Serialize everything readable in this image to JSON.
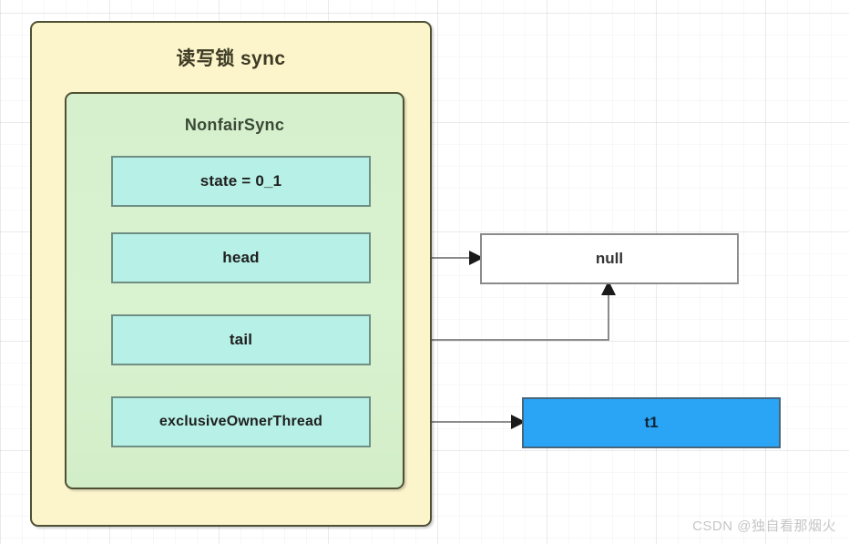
{
  "diagram": {
    "title": "读写锁 sync",
    "watermark": "CSDN @独自看那烟火",
    "outer_box": {
      "label": "读写锁 sync",
      "fill_color": "#fcf4cb",
      "border_color": "#4e5034"
    },
    "inner_box": {
      "label": "NonfairSync",
      "fill_color": "#d8f1cf",
      "border_color": "#4e5034"
    },
    "fields": [
      {
        "name": "state",
        "label": "state = 0_1",
        "fill_color": "#b6f0e6",
        "border_color": "#6f8f85"
      },
      {
        "name": "head",
        "label": "head",
        "fill_color": "#b6f0e6",
        "border_color": "#6f8f85"
      },
      {
        "name": "tail",
        "label": "tail",
        "fill_color": "#b6f0e6",
        "border_color": "#6f8f85"
      },
      {
        "name": "exclusiveOwnerThread",
        "label": "exclusiveOwnerThread",
        "fill_color": "#b6f0e6",
        "border_color": "#6f8f85"
      }
    ],
    "nodes": [
      {
        "name": "null-node",
        "label": "null",
        "fill_color": "#ffffff",
        "border_color": "#8b8b8b"
      },
      {
        "name": "thread-node",
        "label": "t1",
        "fill_color": "#2aa4f4",
        "border_color": "#46667f"
      }
    ],
    "connections": [
      {
        "from": "head",
        "to": "null-node",
        "style": "arrow-right"
      },
      {
        "from": "tail",
        "to": "null-node",
        "style": "arrow-up-elbow"
      },
      {
        "from": "exclusiveOwnerThread",
        "to": "thread-node",
        "style": "arrow-right"
      }
    ]
  }
}
